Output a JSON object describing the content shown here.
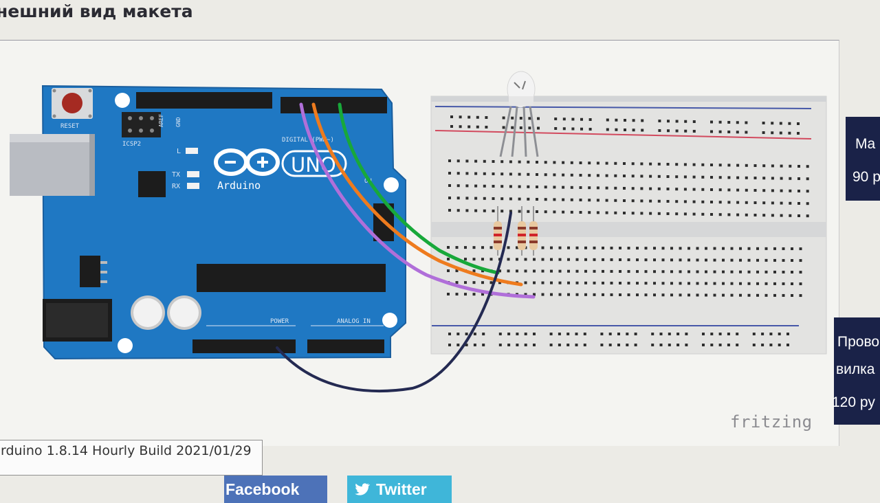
{
  "page": {
    "heading": "нешний вид макета",
    "watermark": "fritzing"
  },
  "ide_status": {
    "text": "rduino 1.8.14 Hourly Build 2021/01/29"
  },
  "share": {
    "facebook_label": "Facebook",
    "twitter_label": "Twitter"
  },
  "side_products": [
    {
      "line1": "Ma",
      "line2": "90 р"
    },
    {
      "line1": "Прово",
      "line2": "вилка",
      "line3": "120 ру"
    }
  ],
  "arduino": {
    "reset_label": "RESET",
    "icsp_label": "ICSP2",
    "led_l": "L",
    "led_tx": "TX",
    "led_rx": "RX",
    "brand": "Arduino",
    "model": "UNO",
    "on_label": "ON",
    "digital_label": "DIGITAL (PWM~)",
    "power_label": "POWER",
    "analog_label": "ANALOG IN",
    "aref_label": "AREF",
    "gnd_label": "GND"
  },
  "colors": {
    "board": "#1f78c3",
    "board_dark": "#1a5e9e",
    "wire_green": "#18a83a",
    "wire_orange": "#ee7b1e",
    "wire_purple": "#b06fd9",
    "wire_black": "#242a52",
    "breadboard": "#e2e2e0",
    "rail_red": "#d24a5e",
    "rail_blue": "#4658a8",
    "card": "#1a2248"
  }
}
